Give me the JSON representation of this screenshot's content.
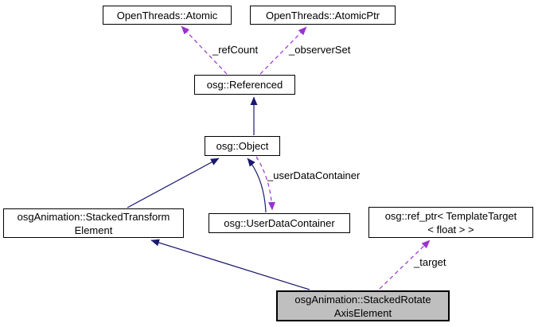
{
  "nodes": {
    "atomic": {
      "label": "OpenThreads::Atomic"
    },
    "atomic_ptr": {
      "label": "OpenThreads::AtomicPtr"
    },
    "referenced": {
      "label": "osg::Referenced"
    },
    "object": {
      "label": "osg::Object"
    },
    "stacked_transform": {
      "label": "osgAnimation::StackedTransform\nElement"
    },
    "user_data_container": {
      "label": "osg::UserDataContainer"
    },
    "ref_ptr": {
      "label": "osg::ref_ptr< TemplateTarget\n< float > >"
    },
    "stacked_rotate": {
      "label": "osgAnimation::StackedRotate\nAxisElement"
    }
  },
  "edge_labels": {
    "ref_count": "_refCount",
    "observer_set": "_observerSet",
    "user_data_container": "_userDataContainer",
    "target": "_target"
  },
  "colors": {
    "inheritance_edge": "#191970",
    "member_edge": "#9a32cd",
    "node_border": "#000000",
    "node_fill": "#ffffff",
    "current_node_fill": "#bfbfbf"
  }
}
